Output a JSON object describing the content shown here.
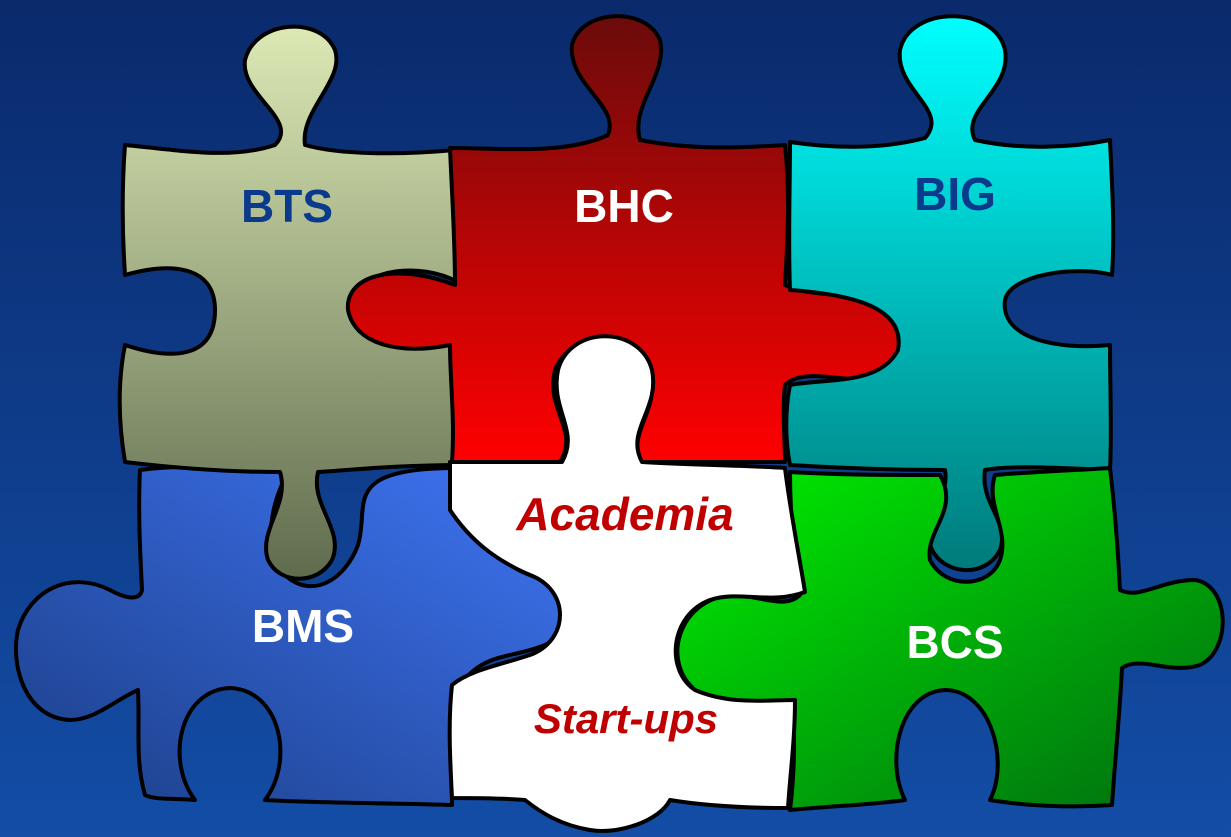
{
  "colors": {
    "background_top": "#0a2a6c",
    "background_bottom": "#134da6",
    "outline": "#000000"
  },
  "pieces": [
    {
      "id": "bts",
      "label": "BTS",
      "colors": [
        "#dce9b5",
        "#5f6b4d"
      ],
      "text_color": "#0a3a8c",
      "italic": false
    },
    {
      "id": "bhc",
      "label": "BHC",
      "colors": [
        "#6b0b0b",
        "#ff0000"
      ],
      "text_color": "#ffffff",
      "italic": false
    },
    {
      "id": "big",
      "label": "BIG",
      "colors": [
        "#00ffff",
        "#007a7a"
      ],
      "text_color": "#0a3a8c",
      "italic": false
    },
    {
      "id": "bms",
      "label": "BMS",
      "colors": [
        "#3f75f5",
        "#1b3e86"
      ],
      "text_color": "#ffffff",
      "italic": false
    },
    {
      "id": "center",
      "labels": [
        "Academia",
        "Start-ups"
      ],
      "colors": [
        "#ffffff",
        "#ffffff"
      ],
      "text_color": "#c00000",
      "italic": true
    },
    {
      "id": "bcs",
      "label": "BCS",
      "colors": [
        "#00f000",
        "#006a10"
      ],
      "text_color": "#ffffff",
      "italic": false
    }
  ]
}
